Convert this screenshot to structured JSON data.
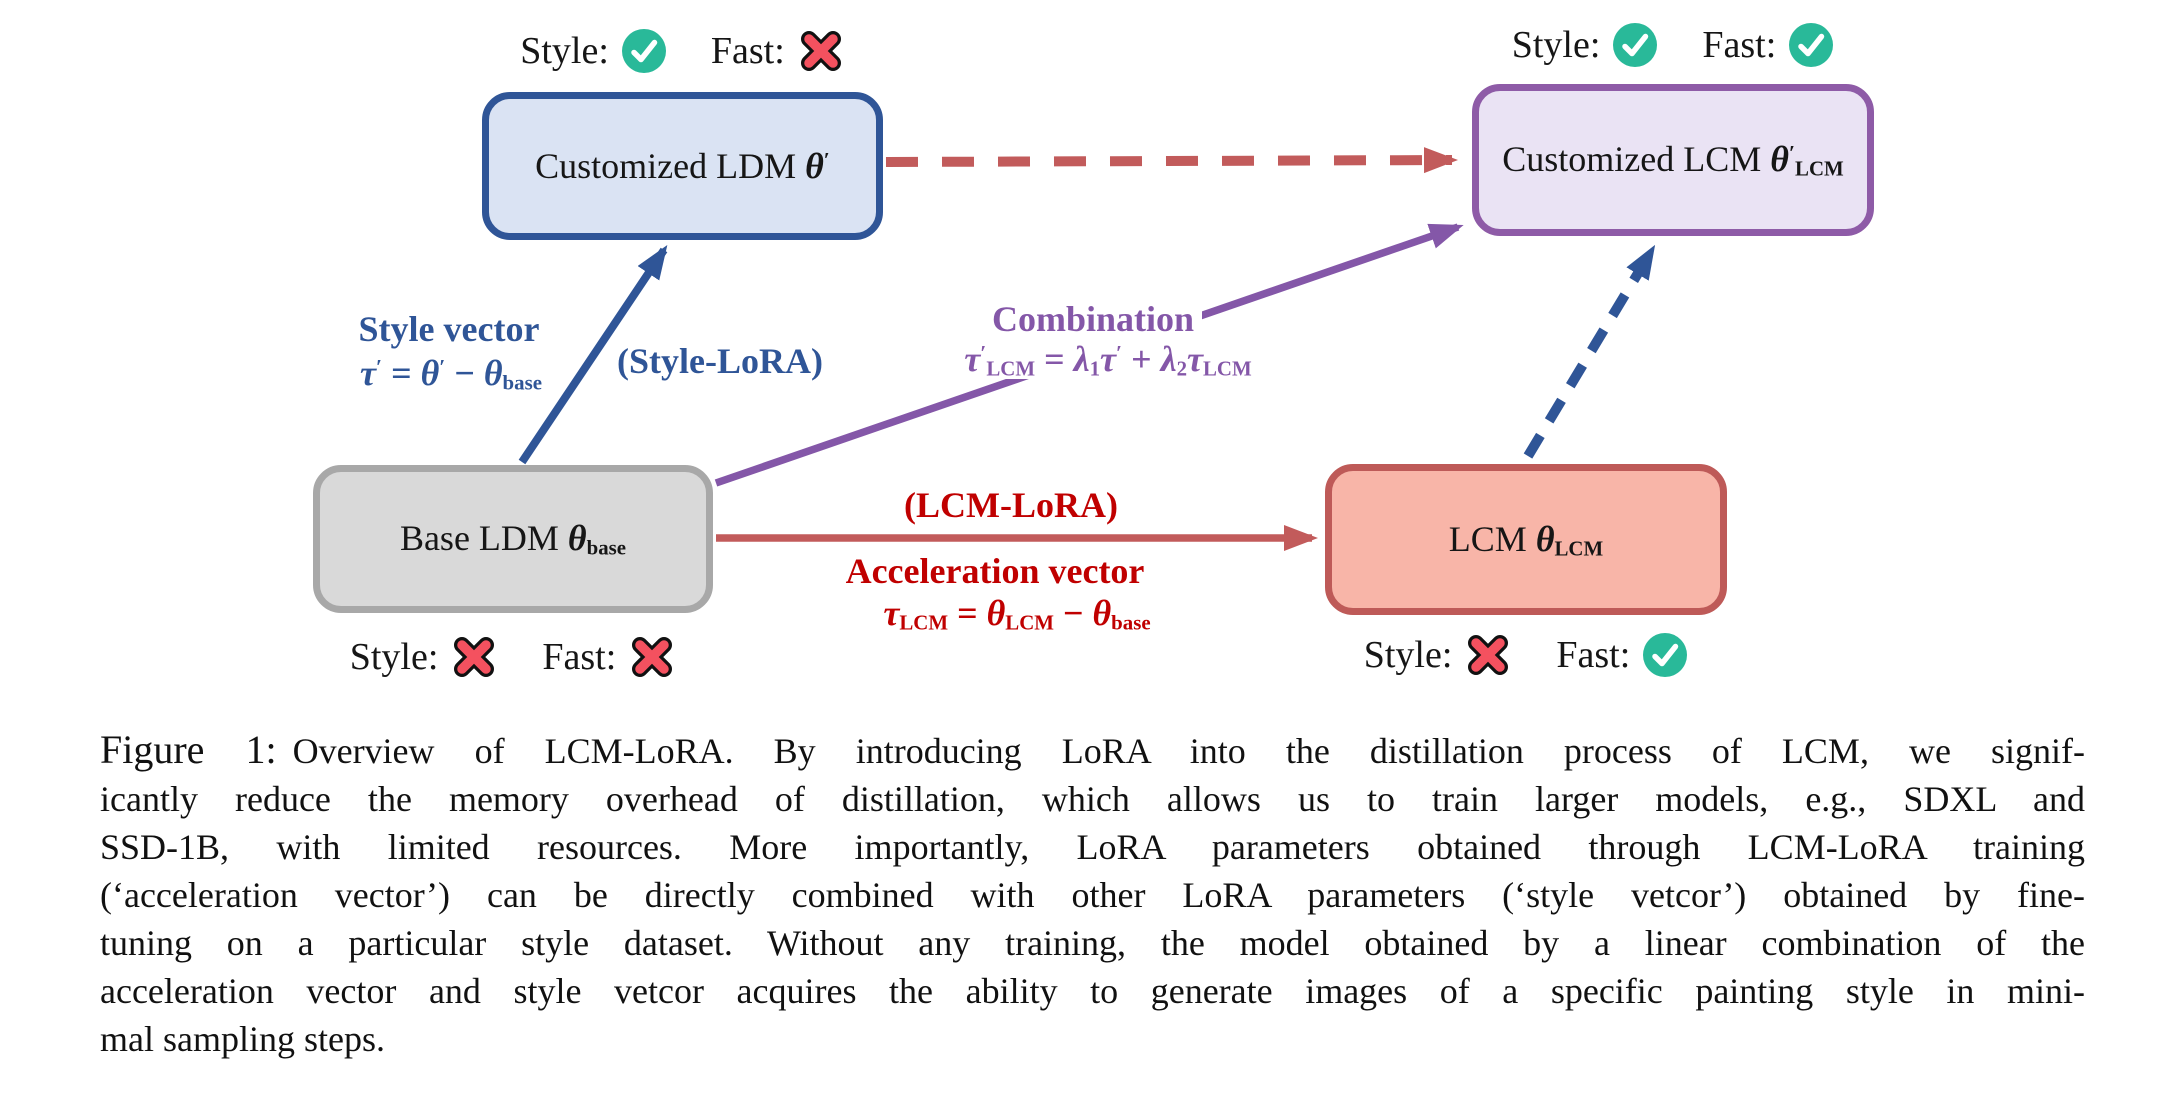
{
  "colors": {
    "blue": "#2F5597",
    "blueFill": "#DAE3F3",
    "purple": "#8457A8",
    "purpleBorder": "#8E5BA7",
    "purpleFill": "#EAE3F4",
    "grayBorder": "#A8A8A8",
    "grayFill": "#D9D9D9",
    "salmonBorder": "#BE5A58",
    "salmonFill": "#F8B5A8",
    "redArrow": "#C25B5B",
    "redText": "#C00000",
    "teal": "#29B999",
    "cross": "#F4515F"
  },
  "diagram": {
    "boxes": {
      "customized_ldm": {
        "segments": [
          {
            "t": "Customized LDM "
          },
          {
            "t": "θ",
            "sup": "′",
            "m": true
          }
        ]
      },
      "customized_lcm": {
        "segments": [
          {
            "t": "Customized LCM "
          },
          {
            "t": "θ",
            "sup": "′",
            "sub": "LCM",
            "m": true
          }
        ]
      },
      "base_ldm": {
        "segments": [
          {
            "t": "Base LDM "
          },
          {
            "t": "θ",
            "sub": "base",
            "m": true
          }
        ]
      },
      "lcm": {
        "segments": [
          {
            "t": "LCM "
          },
          {
            "t": "θ",
            "sub": "LCM",
            "m": true
          }
        ]
      }
    },
    "status": {
      "customized_ldm": [
        {
          "label": "Style:",
          "icon": "check"
        },
        {
          "label": "Fast:",
          "icon": "cross"
        }
      ],
      "customized_lcm": [
        {
          "label": "Style:",
          "icon": "check"
        },
        {
          "label": "Fast:",
          "icon": "check"
        }
      ],
      "base_ldm": [
        {
          "label": "Style:",
          "icon": "cross"
        },
        {
          "label": "Fast:",
          "icon": "cross"
        }
      ],
      "lcm": [
        {
          "label": "Style:",
          "icon": "cross"
        },
        {
          "label": "Fast:",
          "icon": "check"
        }
      ]
    },
    "labels": {
      "style_vector_title": "Style vector",
      "style_vector_formula": [
        {
          "t": "τ",
          "sup": "′",
          "m": true
        },
        {
          "t": " = "
        },
        {
          "t": "θ",
          "sup": "′",
          "m": true
        },
        {
          "t": " − "
        },
        {
          "t": "θ",
          "sub": "base",
          "m": true
        }
      ],
      "style_lora": "(Style-LoRA)",
      "combination_title": "Combination",
      "combination_formula": [
        {
          "t": "τ",
          "sup": "′",
          "sub": "LCM",
          "m": true
        },
        {
          "t": " = "
        },
        {
          "t": "λ",
          "sub": "1",
          "m": true
        },
        {
          "t": "τ",
          "sup": "′",
          "m": true
        },
        {
          "t": " + "
        },
        {
          "t": "λ",
          "sub": "2",
          "m": true
        },
        {
          "t": "τ",
          "sub": "LCM",
          "m": true
        }
      ],
      "lcm_lora": "(LCM-LoRA)",
      "acceleration_title": "Acceleration vector",
      "acceleration_formula": [
        {
          "t": "τ",
          "sub": "LCM",
          "m": true
        },
        {
          "t": " = "
        },
        {
          "t": "θ",
          "sub": "LCM",
          "m": true
        },
        {
          "t": " − "
        },
        {
          "t": "θ",
          "sub": "base",
          "m": true
        }
      ]
    }
  },
  "caption": {
    "lead": "Figure 1:",
    "lines": [
      "Overview of LCM-LoRA. By introducing LoRA into the distillation process of LCM, we signif-",
      "icantly reduce the memory overhead of distillation, which allows us to train larger models, e.g., SDXL and",
      "SSD-1B, with limited resources. More importantly, LoRA parameters obtained through LCM-LoRA training",
      "(‘acceleration vector’) can be directly combined with other LoRA parameters (‘style vetcor’) obtained by fine-",
      "tuning on a particular style dataset. Without any training, the model obtained by a linear combination of the",
      "acceleration vector and style vetcor acquires the ability to generate images of a specific painting style in mini-",
      "mal sampling steps."
    ]
  }
}
